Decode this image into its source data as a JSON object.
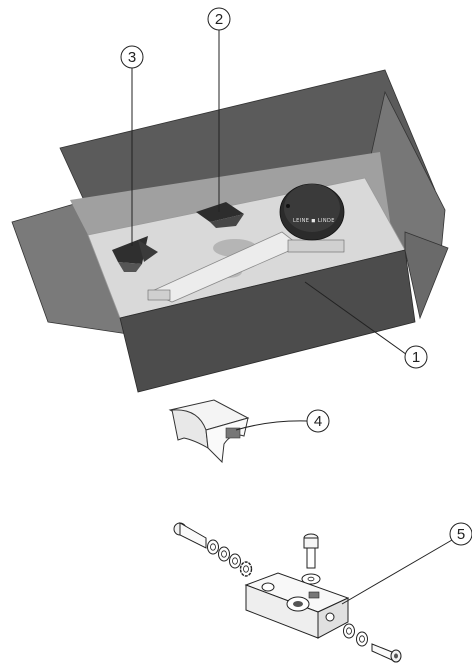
{
  "callouts": [
    {
      "id": "1",
      "label": "1"
    },
    {
      "id": "2",
      "label": "2"
    },
    {
      "id": "3",
      "label": "3"
    },
    {
      "id": "4",
      "label": "4"
    },
    {
      "id": "5",
      "label": "5"
    }
  ],
  "encoder_logo": "LEINE ◼ LINDE",
  "colors": {
    "box_dark": "#4a4a4a",
    "box_mid": "#6e6e6e",
    "box_light": "#8a8a8a",
    "foam": "#d8d8d8",
    "metal": "#e4e4e4",
    "outline": "#222222"
  }
}
